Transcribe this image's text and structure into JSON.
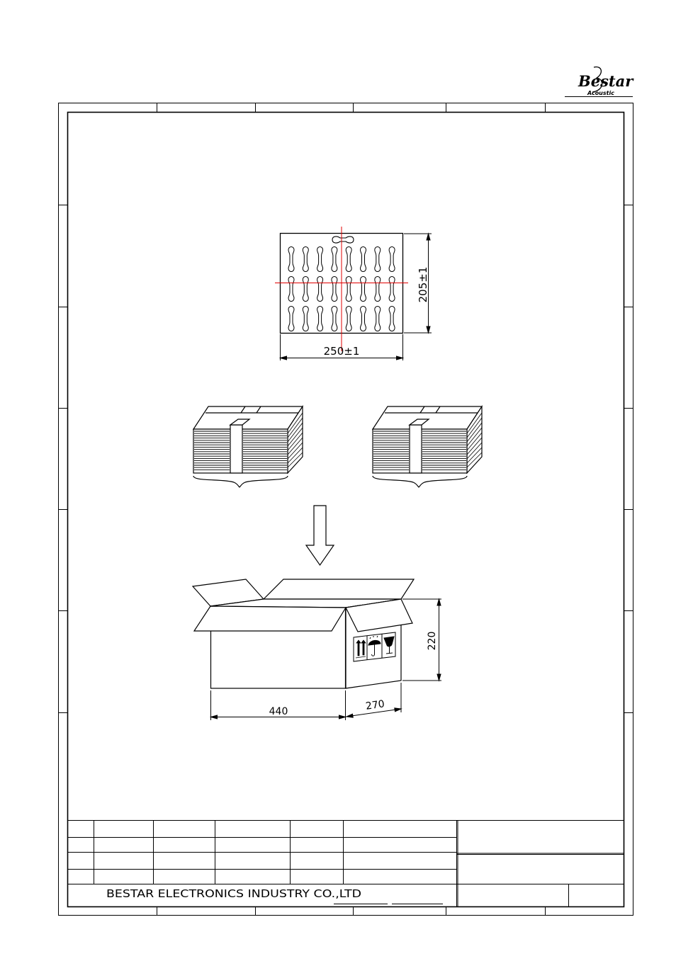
{
  "logo": {
    "brand": "Bestar",
    "sub": "Acoustic"
  },
  "drawing": {
    "tray_width_label": "250±1",
    "tray_height_label": "205±1",
    "box_length_label": "440",
    "box_width_label": "270",
    "box_height_label": "220"
  },
  "title_block": {
    "company": "BESTAR ELECTRONICS INDUSTRY CO.,LTD"
  },
  "colors": {
    "line": "#000000",
    "centerline": "#e00000",
    "paper": "#ffffff"
  }
}
